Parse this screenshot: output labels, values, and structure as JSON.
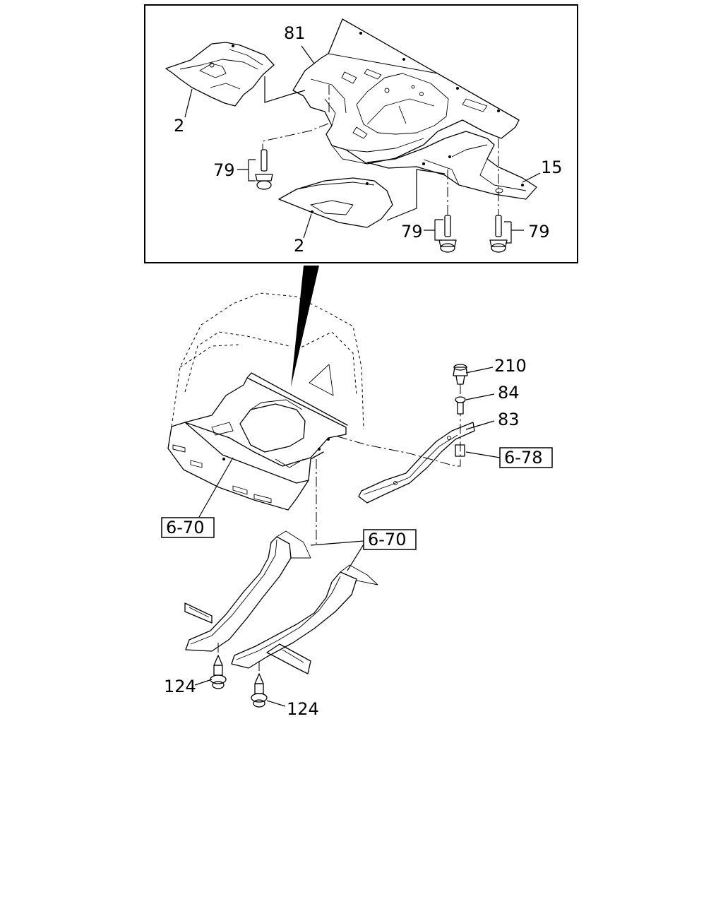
{
  "callouts": {
    "p81": "81",
    "p2a": "2",
    "p2b": "2",
    "p79a": "79",
    "p79b": "79",
    "p79c": "79",
    "p15": "15",
    "p210": "210",
    "p84": "84",
    "p83": "83",
    "p124a": "124",
    "p124b": "124"
  },
  "references": {
    "ref678": "6-78",
    "ref670a": "6-70",
    "ref670b": "6-70"
  }
}
